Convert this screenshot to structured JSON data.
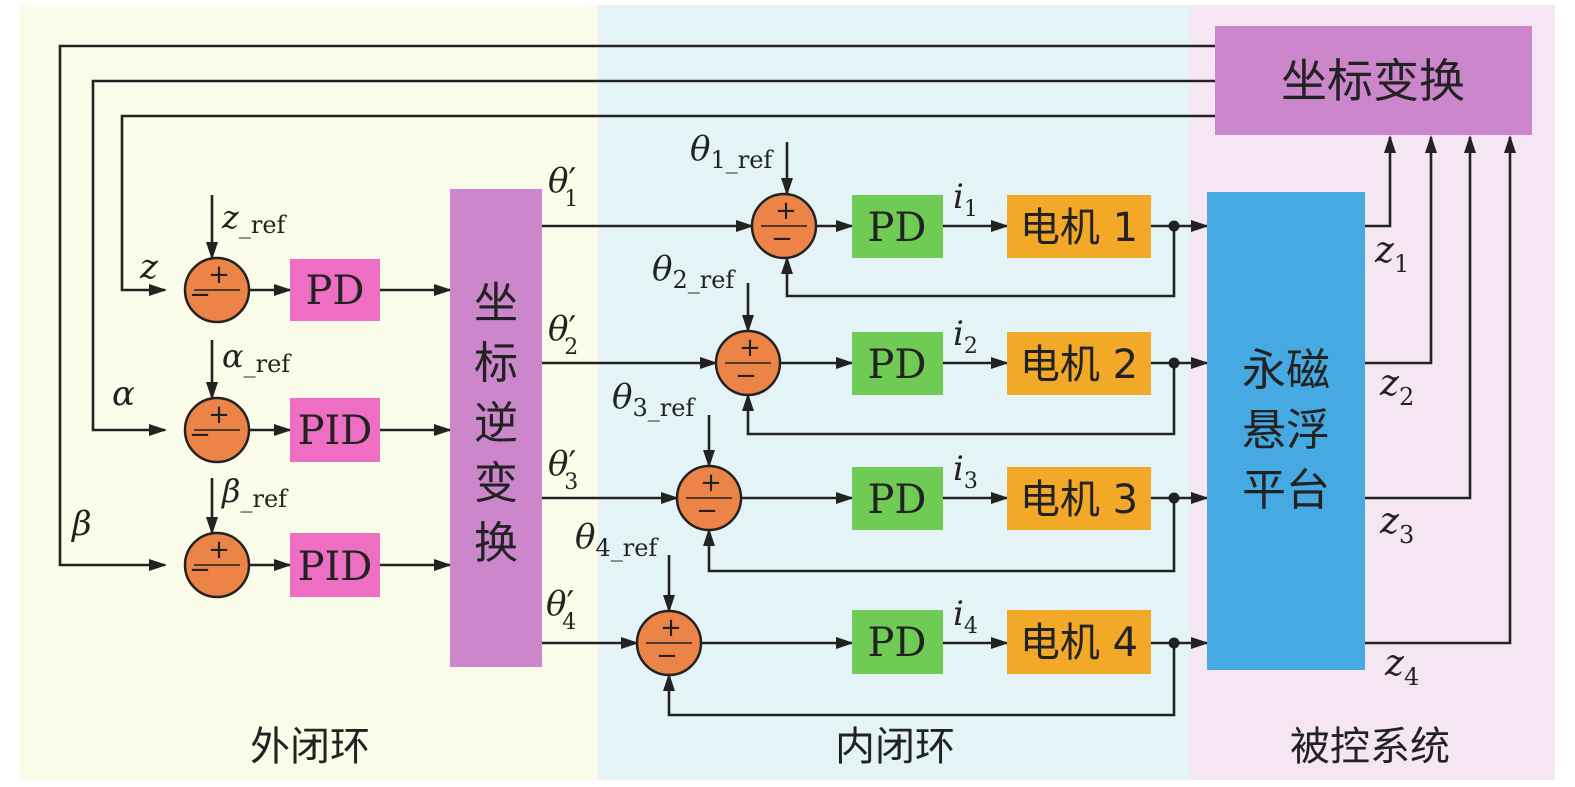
{
  "regions": {
    "outer": "外闭环",
    "inner": "内闭环",
    "plant": "被控系统"
  },
  "blocks": {
    "coord_transform": "坐标变换",
    "inv_transform": [
      "坐",
      "标",
      "逆",
      "变",
      "换"
    ],
    "platform": [
      "永磁",
      "悬浮",
      "平台"
    ],
    "pd": "PD",
    "pid": "PID",
    "motors": [
      "电机 1",
      "电机 2",
      "电机 3",
      "电机 4"
    ]
  },
  "signals": {
    "z": "z",
    "alpha": "α",
    "beta": "β",
    "ref_sub": "_ref",
    "theta": "θ",
    "prime": "′",
    "theta_idx": [
      "1",
      "2",
      "3",
      "4"
    ],
    "theta_ref_subs": [
      "1_ref",
      "2_ref",
      "3_ref",
      "4_ref"
    ],
    "i": "i",
    "i_idx": [
      "1",
      "2",
      "3",
      "4"
    ],
    "z_out_idx": [
      "1",
      "2",
      "3",
      "4"
    ]
  },
  "sumjunction": {
    "plus": "+",
    "minus": "−"
  },
  "colors": {
    "outer_bg": "#fafbe8",
    "inner_bg": "#e4f4f6",
    "plant_bg": "#f6e6f4",
    "purple_block": "#cb86cc",
    "pink_block": "#ee6ec3",
    "green_block": "#6fcb53",
    "orange_block": "#f3a928",
    "blue_block": "#46a9e2",
    "sum_circle": "#ec8448"
  }
}
